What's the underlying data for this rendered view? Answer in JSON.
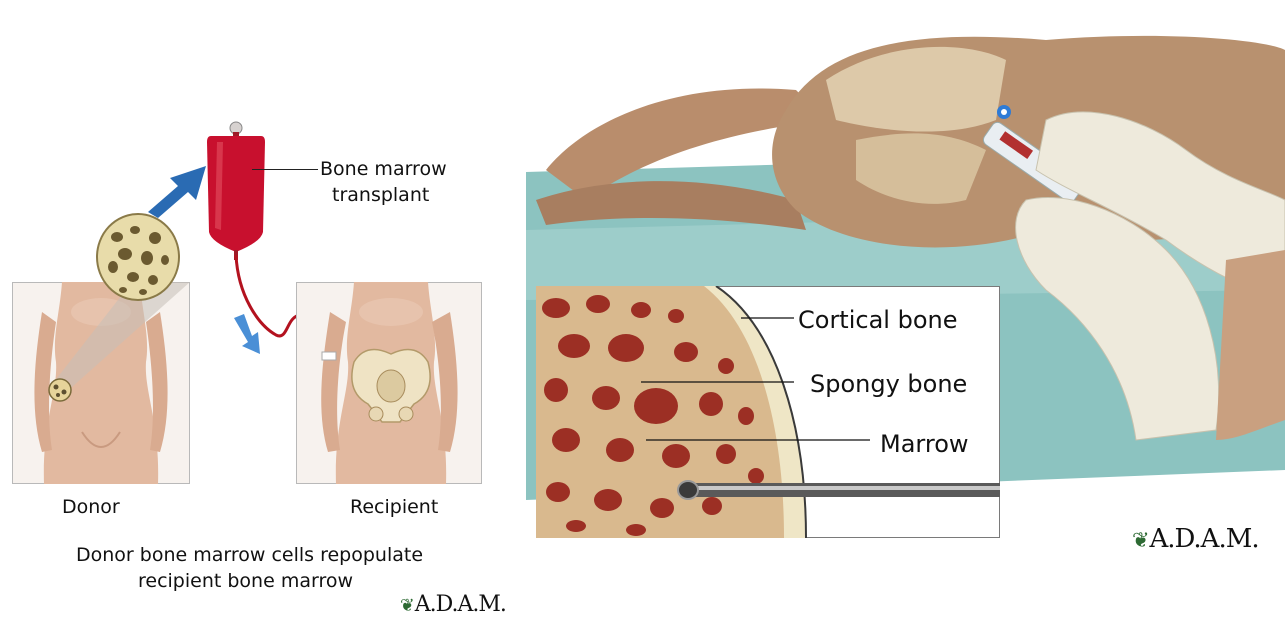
{
  "left_panel": {
    "bag_label_line1": "Bone marrow",
    "bag_label_line2": "transplant",
    "donor_label": "Donor",
    "recipient_label": "Recipient",
    "caption_line1": "Donor bone marrow cells repopulate",
    "caption_line2": "recipient bone marrow",
    "logo_text": "A.D.A.M.",
    "logo_icon": "leaf-icon"
  },
  "right_panel": {
    "callouts": {
      "cortical": "Cortical bone",
      "spongy": "Spongy bone",
      "marrow": "Marrow"
    },
    "logo_text": "A.D.A.M.",
    "logo_icon": "leaf-icon"
  },
  "colors": {
    "skin": "#e2b9a0",
    "bag_red": "#c8102e",
    "arrow_blue": "#2a6bb3",
    "bone_marrow_red": "#9c2f24",
    "sheet_teal": "#8cc3c0",
    "glove": "#eeeadc"
  }
}
